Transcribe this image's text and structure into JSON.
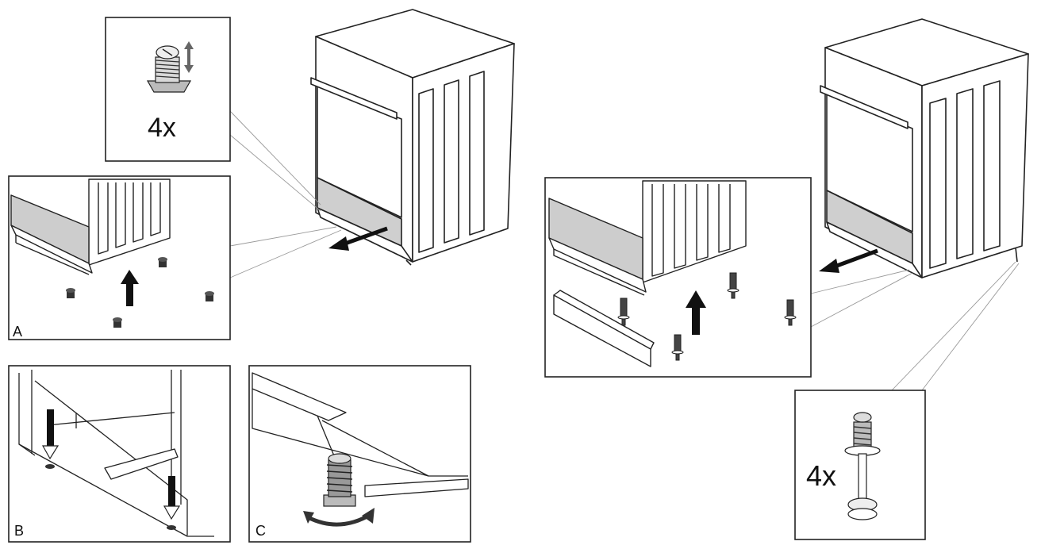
{
  "callouts": {
    "left_qty": "4x",
    "right_qty": "4x"
  },
  "panels": {
    "a_label": "A",
    "b_label": "B",
    "c_label": "C"
  },
  "icons": [
    "adjustable-foot-icon",
    "up-down-arrow-icon",
    "foot-bolt-icon",
    "rotate-arrow-icon",
    "push-arrow-icon"
  ],
  "colors": {
    "line": "#222222",
    "panel_fill": "#d0d0d0",
    "arrow": "#111111"
  }
}
